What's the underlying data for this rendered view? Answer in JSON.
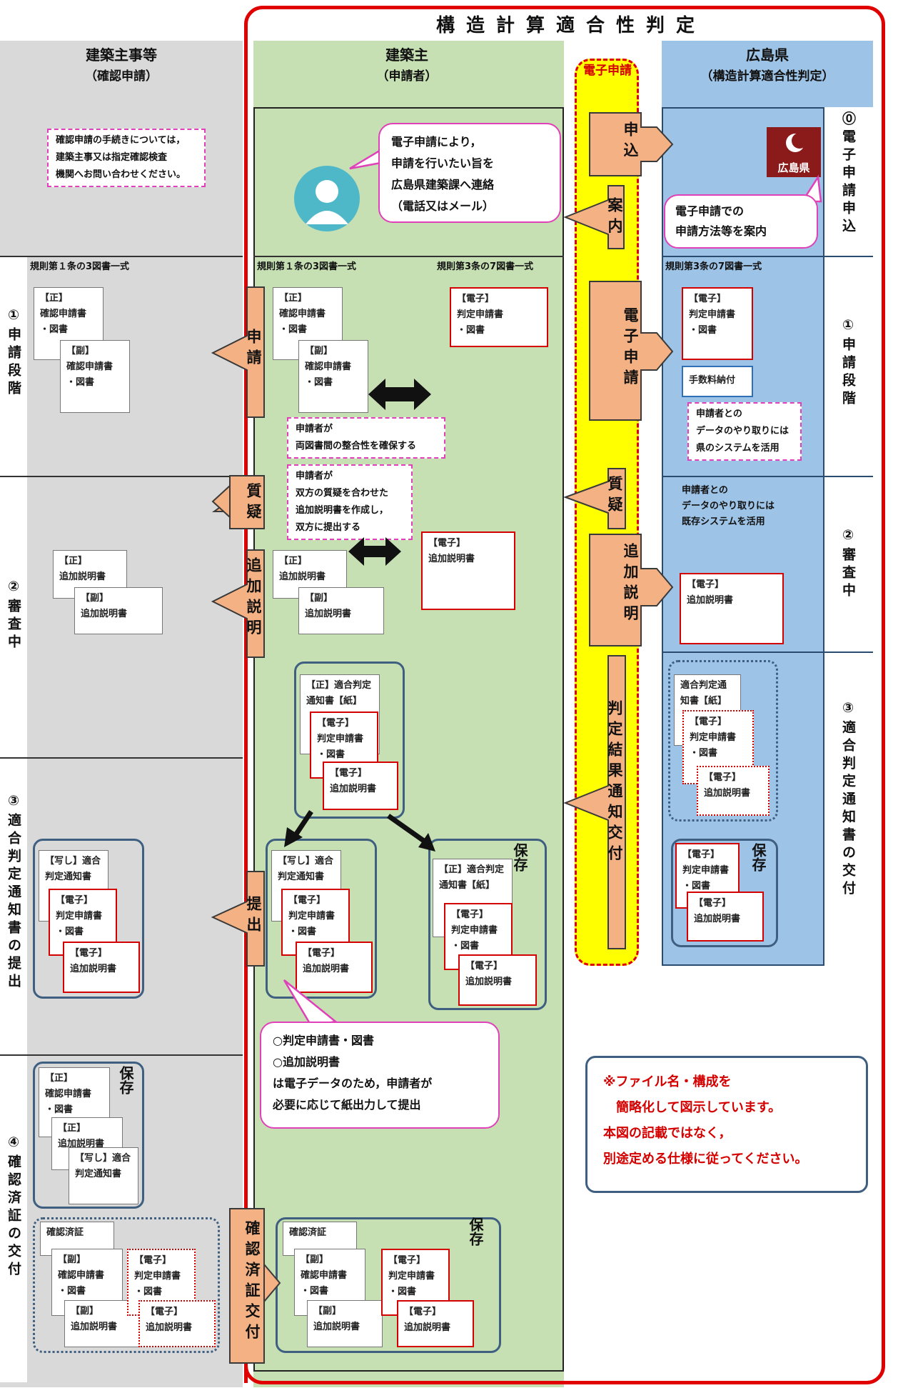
{
  "title": "構造計算適合性判定",
  "columns": {
    "c1": {
      "title": "建築主事等",
      "sub": "（確認申請）"
    },
    "c2": {
      "title": "建築主",
      "sub": "（申請者）"
    },
    "c3": {
      "title": "電子申請"
    },
    "c4": {
      "title": "広島県",
      "sub": "（構造計算適合性判定）"
    }
  },
  "left_stages": [
    "①申請段階",
    "②審査中",
    "③適合判定通知書の提出",
    "④確認済証の交付"
  ],
  "right_stages": [
    "⓪電子申請申込",
    "①申請段階",
    "②審査中",
    "③適合判定通知書の交付"
  ],
  "notes": {
    "confirm_note": "確認申請の手続きについては，\n建築主事又は指定確認検査\n機関へお問い合わせください。",
    "consistency": "申請者が\n両図書間の整合性を確保する",
    "qa": "申請者が\n双方の質疑を合わせた\n追加説明書を作成し，\n双方に提出する",
    "pref_sys": "申請者との\nデータのやり取りには\n県のシステムを活用",
    "existing_sys": "申請者との\nデータのやり取りには\n既存システムを活用"
  },
  "bubbles": {
    "contact": "電子申請により，\n申請を行いたい旨を\n広島県建築課へ連絡\n（電話又はメール）",
    "guide": "電子申請での\n申請方法等を案内",
    "print": "○判定申請書・図書\n○追加説明書\nは電子データのため，申請者が\n必要に応じて紙出力して提出"
  },
  "captions": {
    "rule1_left": "規則第１条の3図書一式",
    "rule1_mid": "規則第１条の3図書一式",
    "rule3_mid": "規則第3条の7図書一式",
    "rule3_right": "規則第3条の7図書一式"
  },
  "arrows": {
    "apply_in": "申込",
    "guide_out": "案内",
    "e_apply": "電子申請",
    "qa_right": "質疑",
    "add_right": "追加説明",
    "result": "判定結果通知交付",
    "apply_left": "申請",
    "qa_left": "質疑",
    "add_left": "追加説明",
    "submit": "提出",
    "issue": "確認済証交付"
  },
  "docs": {
    "sei_app": "【正】\n確認申請書\n・図書",
    "fuku_app": "【副】\n確認申請書\n・図書",
    "den_app": "【電子】\n判定申請書\n・図書",
    "fee": "手数料納付",
    "sei_add": "【正】\n追加説明書",
    "fuku_add": "【副】\n追加説明書",
    "den_add": "【電子】\n追加説明書",
    "sei_tsuchi": "【正】適合判定\n通知書【紙】",
    "tsuchi_kami": "適合判定通\n知書【紙】",
    "utsushi": "【写し】適合\n判定通知書",
    "sei_add2": "【正】\n追加説明書",
    "kakunin": "確認済証"
  },
  "hozon": "保存",
  "pref_logo": "広島県",
  "disclaimer": "※ファイル名・構成を\n　簡略化して図示しています。\n本図の記載ではなく，\n別途定める仕様に従ってください。"
}
